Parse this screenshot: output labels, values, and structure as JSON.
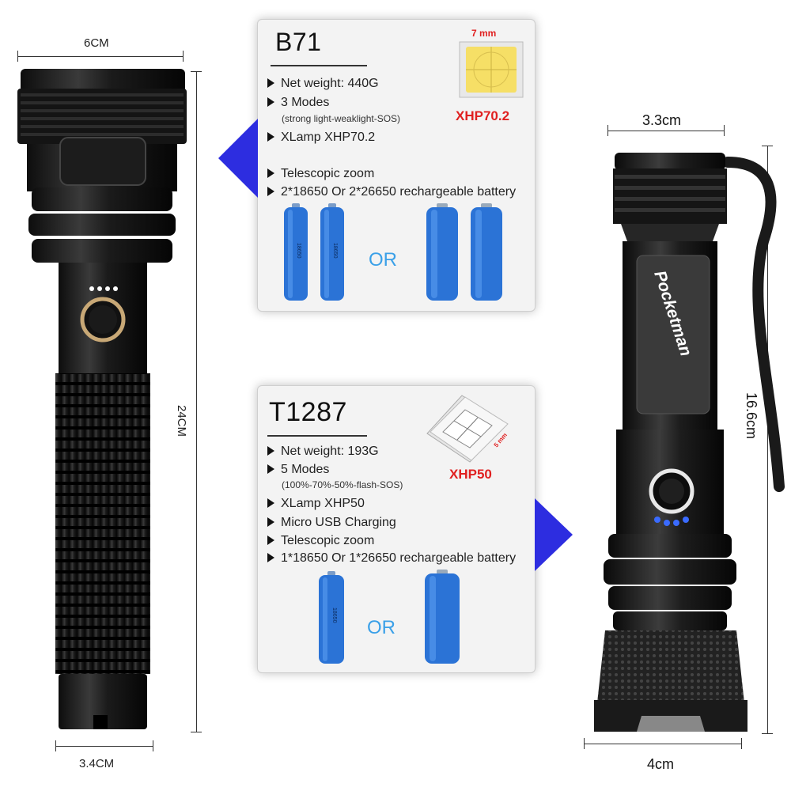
{
  "left_torch": {
    "width_top": "6CM",
    "height": "24CM",
    "width_bottom": "3.4CM"
  },
  "right_torch": {
    "width_top": "3.3cm",
    "height": "16.6cm",
    "width_bottom": "4cm",
    "brand": "Pocketman"
  },
  "b71": {
    "model": "B71",
    "chip_size": "7 mm",
    "chip_name": "XHP70.2",
    "features": [
      "Net weight: 440G",
      "3 Modes",
      "XLamp XHP70.2",
      "Telescopic zoom",
      "2*18650 Or 2*26650 rechargeable battery"
    ],
    "modes_detail": "(strong light-weaklight-SOS)",
    "battery_small_label": "18650",
    "or_label": "OR"
  },
  "t1287": {
    "model": "T1287",
    "chip_size": "5 mm",
    "chip_name": "XHP50",
    "features": [
      "Net weight:  193G",
      "5 Modes",
      "XLamp XHP50",
      "Micro USB Charging",
      "Telescopic zoom",
      "1*18650 Or 1*26650 rechargeable battery"
    ],
    "modes_detail": "(100%-70%-50%-flash-SOS)",
    "battery_small_label": "18650",
    "or_label": "OR"
  },
  "colors": {
    "pointer_blue": "#2d2de0",
    "battery_blue": "#2b73d6",
    "or_blue": "#3aa0e8",
    "chip_red": "#e02020",
    "chip_yellow": "#f6df66"
  }
}
